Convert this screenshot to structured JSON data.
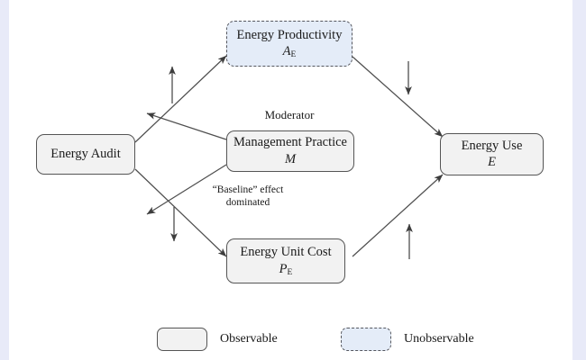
{
  "figure": {
    "type": "conceptual-path-diagram",
    "background_color": "#ffffff",
    "page_margin_color": "#e8eaf8"
  },
  "nodes": [
    {
      "id": "energy-audit",
      "title": "Energy Audit",
      "symbol": "",
      "kind": "observable"
    },
    {
      "id": "energy-productivity",
      "title": "Energy Productivity",
      "symbol": "A",
      "subscript": "E",
      "kind": "unobservable"
    },
    {
      "id": "management-practice",
      "title": "Management Practice",
      "symbol": "M",
      "subscript": "",
      "kind": "observable",
      "caption": "Moderator"
    },
    {
      "id": "energy-unit-cost",
      "title": "Energy Unit Cost",
      "symbol": "P",
      "subscript": "E",
      "kind": "observable"
    },
    {
      "id": "energy-use",
      "title": "Energy Use",
      "symbol": "E",
      "subscript": "",
      "kind": "observable"
    }
  ],
  "annotations": {
    "baseline_line1": "“Baseline” effect",
    "baseline_line2": "dominated",
    "moderator_caption": "Moderator",
    "direction_markers": [
      {
        "id": "audit-to-productivity",
        "direction": "up"
      },
      {
        "id": "audit-to-unit-cost",
        "direction": "down"
      },
      {
        "id": "productivity-to-use",
        "direction": "down"
      },
      {
        "id": "unit-cost-to-use",
        "direction": "up"
      }
    ]
  },
  "legend": [
    {
      "id": "observable",
      "label": "Observable",
      "fill": "#f2f2f2",
      "border": "solid",
      "border_color": "#555555"
    },
    {
      "id": "unobservable",
      "label": "Unobservable",
      "fill": "#e4ecf8",
      "border": "dashed",
      "border_color": "#55575e"
    }
  ],
  "colors": {
    "edge": "#4f4f4f",
    "text": "#1a1a1a",
    "observable_fill": "#f2f2f2",
    "unobservable_fill": "#e4ecf8"
  }
}
